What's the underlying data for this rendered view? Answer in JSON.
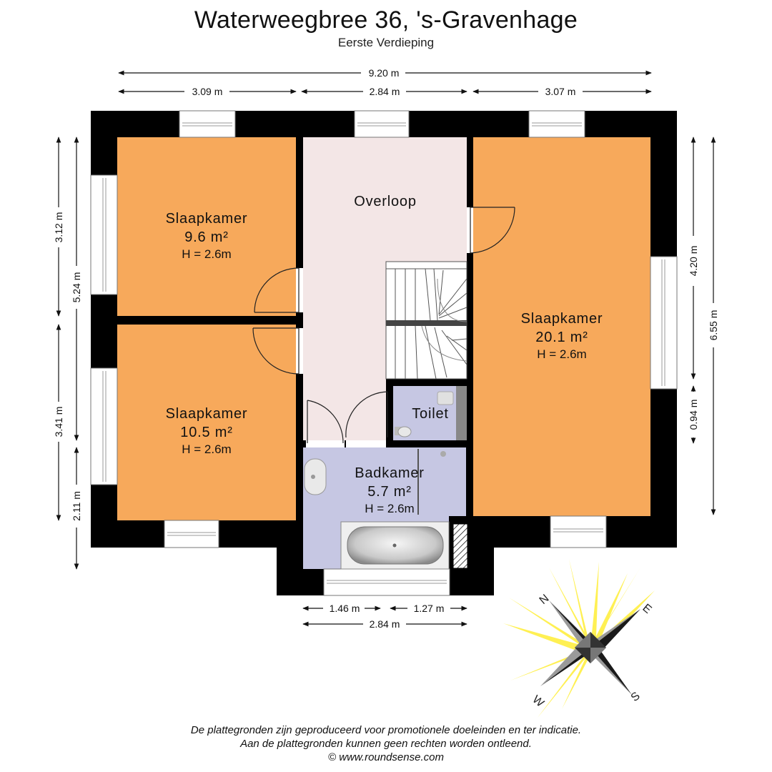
{
  "header": {
    "title": "Waterweegbree 36, 's-Gravenhage",
    "subtitle": "Eerste Verdieping"
  },
  "dimensions": {
    "top_total": "9.20 m",
    "top_left": "3.09 m",
    "top_mid": "2.84 m",
    "top_right": "3.07 m",
    "left_upper": "3.12 m",
    "left_total_upper": "5.24 m",
    "left_lower": "3.41 m",
    "left_bottom": "2.11 m",
    "right_upper": "4.20 m",
    "right_total": "6.55 m",
    "right_lower": "0.94 m",
    "bottom_left": "1.46 m",
    "bottom_right": "1.27 m",
    "bottom_total": "2.84 m"
  },
  "rooms": {
    "bedroom_top_left": {
      "name": "Slaapkamer",
      "area": "9.6 m²",
      "height": "H = 2.6m"
    },
    "bedroom_bottom_left": {
      "name": "Slaapkamer",
      "area": "10.5 m²",
      "height": "H = 2.6m"
    },
    "bedroom_right": {
      "name": "Slaapkamer",
      "area": "20.1 m²",
      "height": "H = 2.6m"
    },
    "landing": {
      "name": "Overloop"
    },
    "toilet": {
      "name": "Toilet"
    },
    "bathroom": {
      "name": "Badkamer",
      "area": "5.7 m²",
      "height": "H = 2.6m"
    }
  },
  "compass": {
    "n": "N",
    "e": "E",
    "s": "S",
    "w": "W"
  },
  "footer": {
    "line1": "De plattegronden zijn geproduceerd voor promotionele doeleinden en ter indicatie.",
    "line2": "Aan de plattegronden kunnen geen rechten worden ontleend.",
    "line3": "© www.roundsense.com"
  },
  "colors": {
    "bedroom": "#f7a95b",
    "landing": "#f3e6e6",
    "wet_room": "#c6c7e3",
    "wall": "#000000"
  }
}
